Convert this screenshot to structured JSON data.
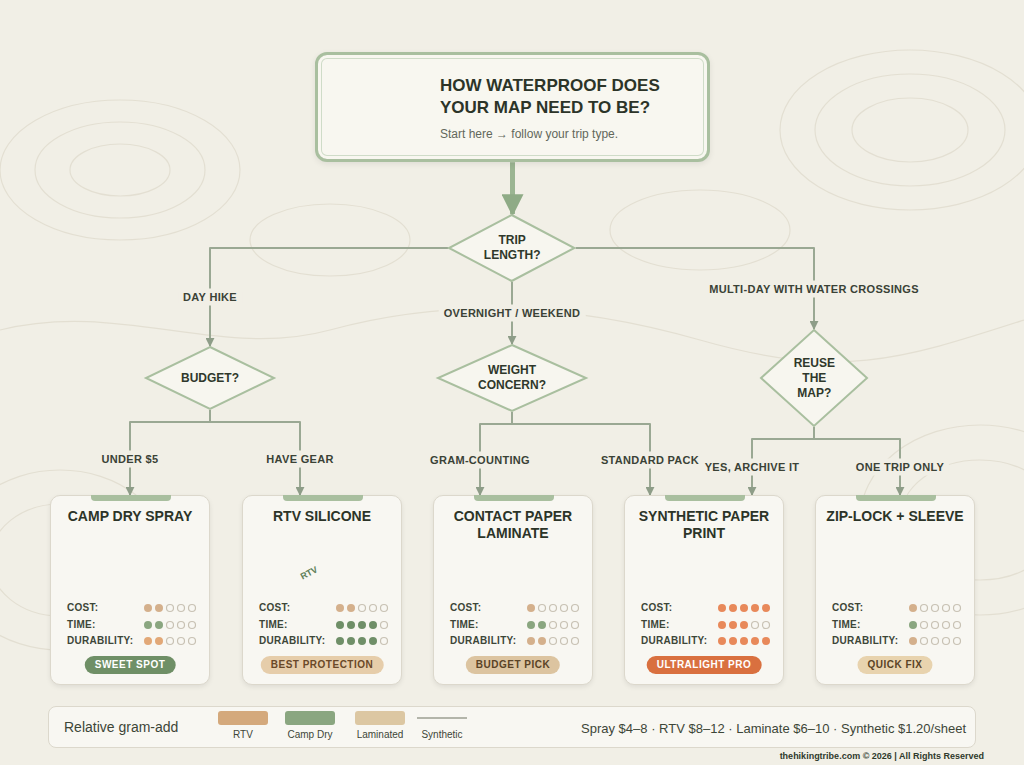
{
  "diagram": {
    "nodes": [
      {
        "text": [
          "HOW WATERPROOF DOES YOUR MAP NEED TO BE?",
          "Start here → follow your trip type."
        ]
      },
      {
        "text": [
          "TRIP LENGTH?"
        ]
      },
      {
        "text": [
          "BUDGET?"
        ]
      },
      {
        "text": [
          "WEIGHT CONCERN?"
        ]
      },
      {
        "text": [
          "REUSE THE MAP?"
        ]
      },
      {
        "text": [
          "CAMP DRY SPRAY",
          "COST:",
          "TIME:",
          "DURABILITY:"
        ]
      },
      {
        "text": [
          "SWEET SPOT"
        ],
        "in": 5
      },
      {
        "text": [
          "RTV SILICONE",
          "COST:",
          "TIME:",
          "DURABILITY:"
        ]
      },
      {
        "text": [
          "BEST PROTECTION"
        ],
        "in": 7
      },
      {
        "text": [
          "CONTACT PAPER LAMINATE",
          "COST:",
          "TIME:",
          "DURABILITY:"
        ]
      },
      {
        "text": [
          "BUDGET PICK"
        ],
        "in": 9
      },
      {
        "text": [
          "SYNTHETIC PAPER PRINT",
          "COST:",
          "TIME:",
          "DURABILITY:"
        ]
      },
      {
        "text": [
          "ULTRALIGHT PRO"
        ],
        "in": 11
      },
      {
        "text": [
          "ZIP-LOCK + SLEEVE",
          "COST:",
          "TIME:",
          "DURABILITY:"
        ]
      },
      {
        "text": [
          "QUICK FIX"
        ],
        "in": 13
      }
    ],
    "edges": [
      {
        "from": 0,
        "to": 1,
        "arrow": "to"
      },
      {
        "from": 1,
        "to": 2,
        "label": "DAY HIKE",
        "arrow": "to"
      },
      {
        "from": 1,
        "to": 3,
        "label": "OVERNIGHT / WEEKEND",
        "arrow": "to"
      },
      {
        "from": 1,
        "to": 4,
        "label": "MULTI-DAY WITH WATER CROSSINGS",
        "arrow": "to"
      },
      {
        "from": 2,
        "to": 5,
        "label": "UNDER $5",
        "arrow": "to"
      },
      {
        "from": 2,
        "to": 7,
        "label": "HAVE GEAR",
        "arrow": "to"
      },
      {
        "from": 3,
        "to": 9,
        "label": "GRAM-COUNTING",
        "arrow": "to"
      },
      {
        "from": 3,
        "to": 11,
        "label": "STANDARD PACK",
        "arrow": "to"
      },
      {
        "from": 4,
        "to": 11,
        "label": "YES, ARCHIVE IT",
        "arrow": "to"
      },
      {
        "from": 4,
        "to": 13,
        "label": "ONE TRIP ONLY",
        "arrow": "to"
      }
    ],
    "labels": [
      "RTV",
      "Relative gram-add",
      "Spray $4–8 · RTV $8–12 · Laminate $6–10 · Synthetic $1.20/sheet",
      "thehikingtribe.com © 2026 | All Rights Reserved"
    ],
    "legend": [
      {
        "text": "RTV",
        "color": "#d4a97c"
      },
      {
        "text": "Camp Dry",
        "color": "#8aa680"
      },
      {
        "text": "Laminated",
        "color": "#dcc7a2"
      },
      {
        "text": "Synthetic"
      }
    ]
  }
}
